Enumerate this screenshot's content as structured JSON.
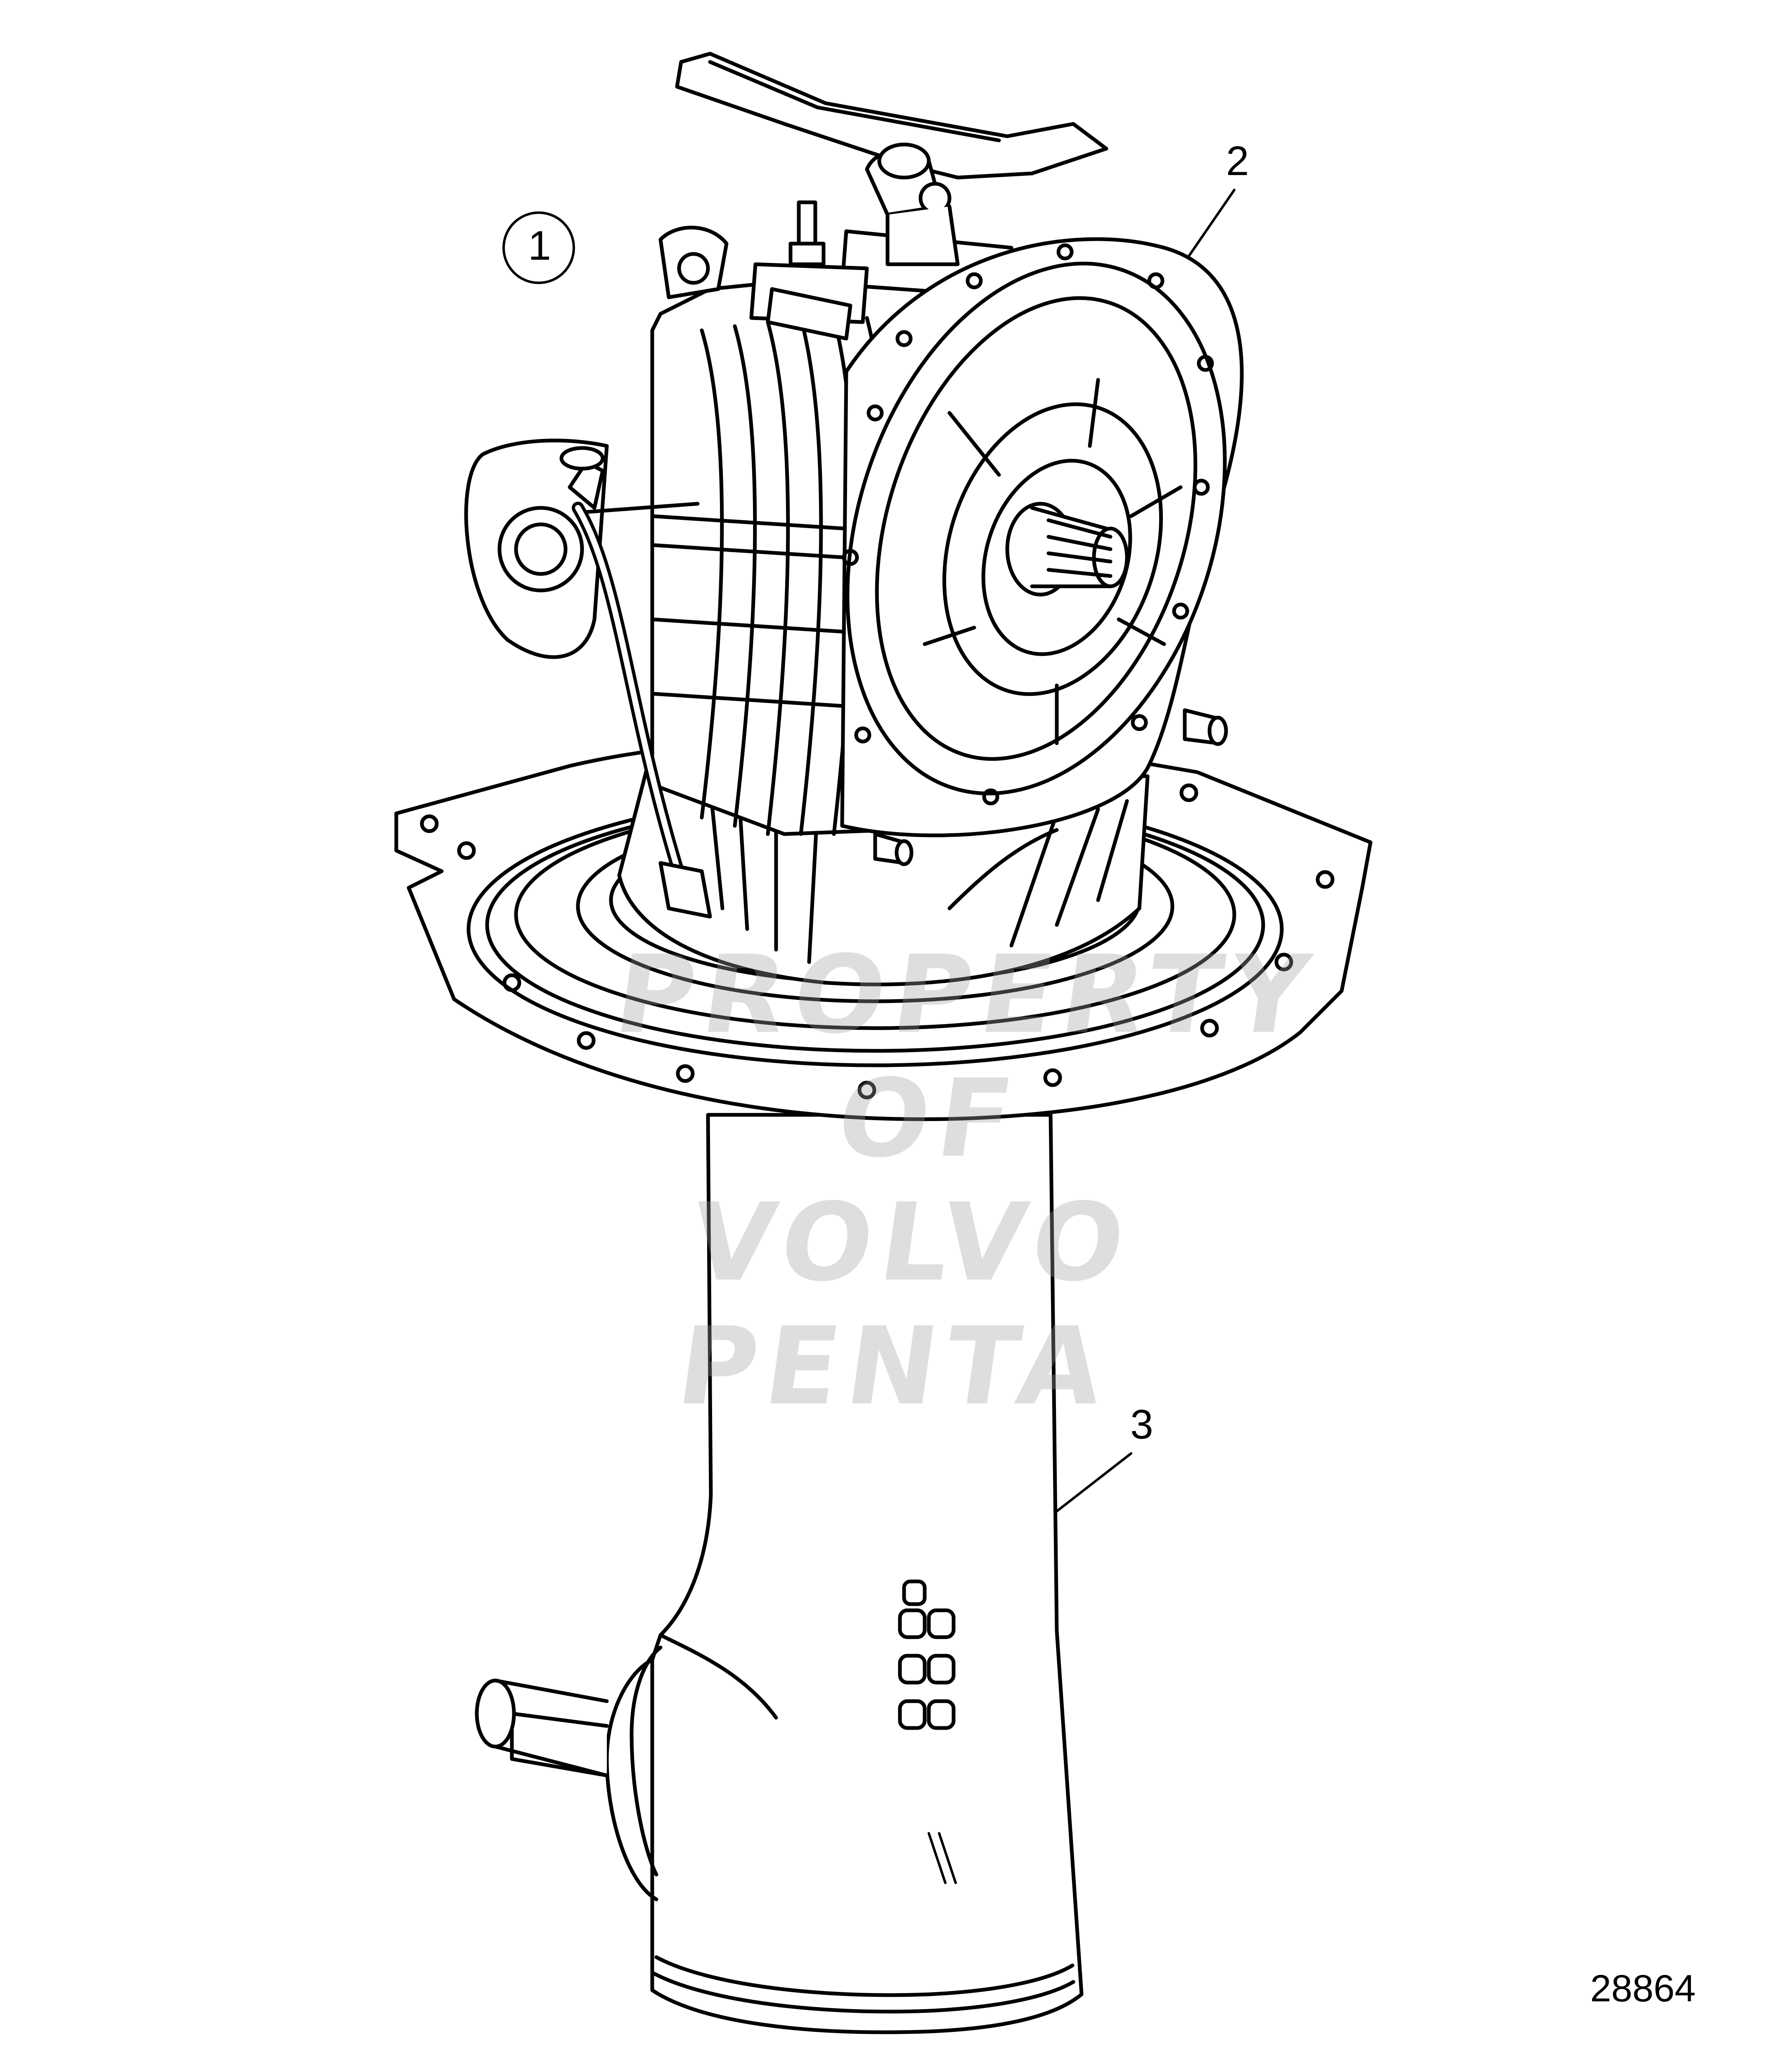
{
  "callouts": {
    "one": "1",
    "two": "2",
    "three": "3"
  },
  "watermark": {
    "line1": "PROPERTY OF",
    "line2": "VOLVO PENTA"
  },
  "reference_number": "28864",
  "colors": {
    "line": "#000000",
    "background": "#ffffff",
    "watermark": "#a0a0a0"
  }
}
